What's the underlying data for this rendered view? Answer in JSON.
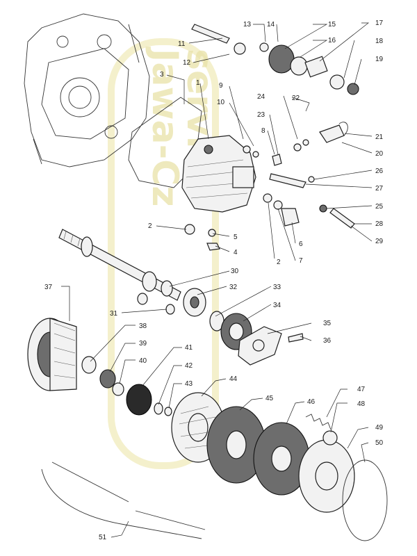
{
  "watermark": {
    "line1": "Jawa-Cz",
    "line2": "service",
    "color": "#e9e2a8"
  },
  "callouts": [
    "1",
    "2",
    "2",
    "3",
    "4",
    "5",
    "6",
    "7",
    "8",
    "9",
    "10",
    "11",
    "12",
    "13",
    "14",
    "15",
    "16",
    "17",
    "18",
    "19",
    "20",
    "21",
    "22",
    "23",
    "24",
    "25",
    "26",
    "27",
    "28",
    "29",
    "30",
    "31",
    "32",
    "33",
    "34",
    "35",
    "36",
    "37",
    "38",
    "39",
    "40",
    "41",
    "42",
    "43",
    "44",
    "45",
    "46",
    "47",
    "48",
    "49",
    "50",
    "51"
  ]
}
